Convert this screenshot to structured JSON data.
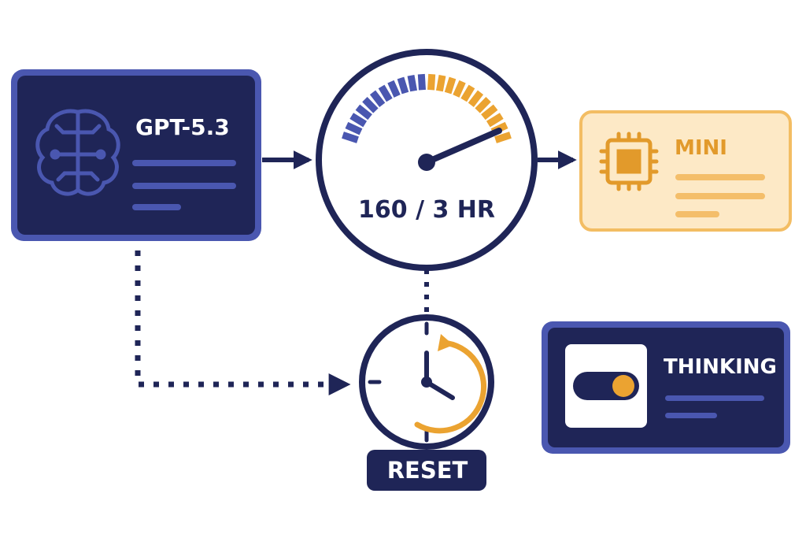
{
  "colors": {
    "navy": "#1f2557",
    "navy_light": "#4a57b0",
    "orange": "#eba331",
    "orange_light": "#fde9c6",
    "white": "#ffffff"
  },
  "model_card": {
    "title": "GPT-5.3",
    "icon": "brain-icon"
  },
  "gauge": {
    "readout": "160 / 3 HR",
    "icon": "speedometer-icon"
  },
  "mini_card": {
    "title": "MINI",
    "icon": "chip-icon"
  },
  "timer": {
    "icon": "clock-reset-icon",
    "label": "RESET"
  },
  "thinking_card": {
    "title": "THINKING",
    "icon": "toggle-switch-icon",
    "toggle_on": true
  }
}
